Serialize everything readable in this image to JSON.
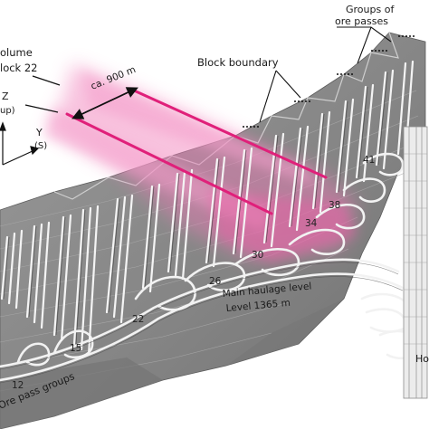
{
  "labels": {
    "volume_line1": "olume",
    "volume_line2": "lock 22",
    "distance": "ca. 900 m",
    "z_axis": "Z",
    "z_axis_sub": "up)",
    "y_axis": "Y",
    "y_axis_sub": "(S)",
    "block_boundary": "Block boundary",
    "ore_passes_line1": "Groups of",
    "ore_passes_line2": "ore passes",
    "main_haulage_line1": "Main haulage level",
    "main_haulage_line2": "Level 1365 m",
    "ore_pass_groups": "Ore pass groups",
    "hoist_partial": "Ho"
  },
  "numbers": {
    "n12": "12",
    "n15": "15",
    "n22": "22",
    "n26": "26",
    "n30": "30",
    "n34": "34",
    "n38": "38",
    "n41": "41"
  },
  "colors": {
    "ore_body": "#8a8a8a",
    "ore_body_dark": "#6c6c6c",
    "highlight": "#e0207a",
    "highlight_glow": "#f07ab8",
    "infrastructure": "#f2f2f2"
  }
}
